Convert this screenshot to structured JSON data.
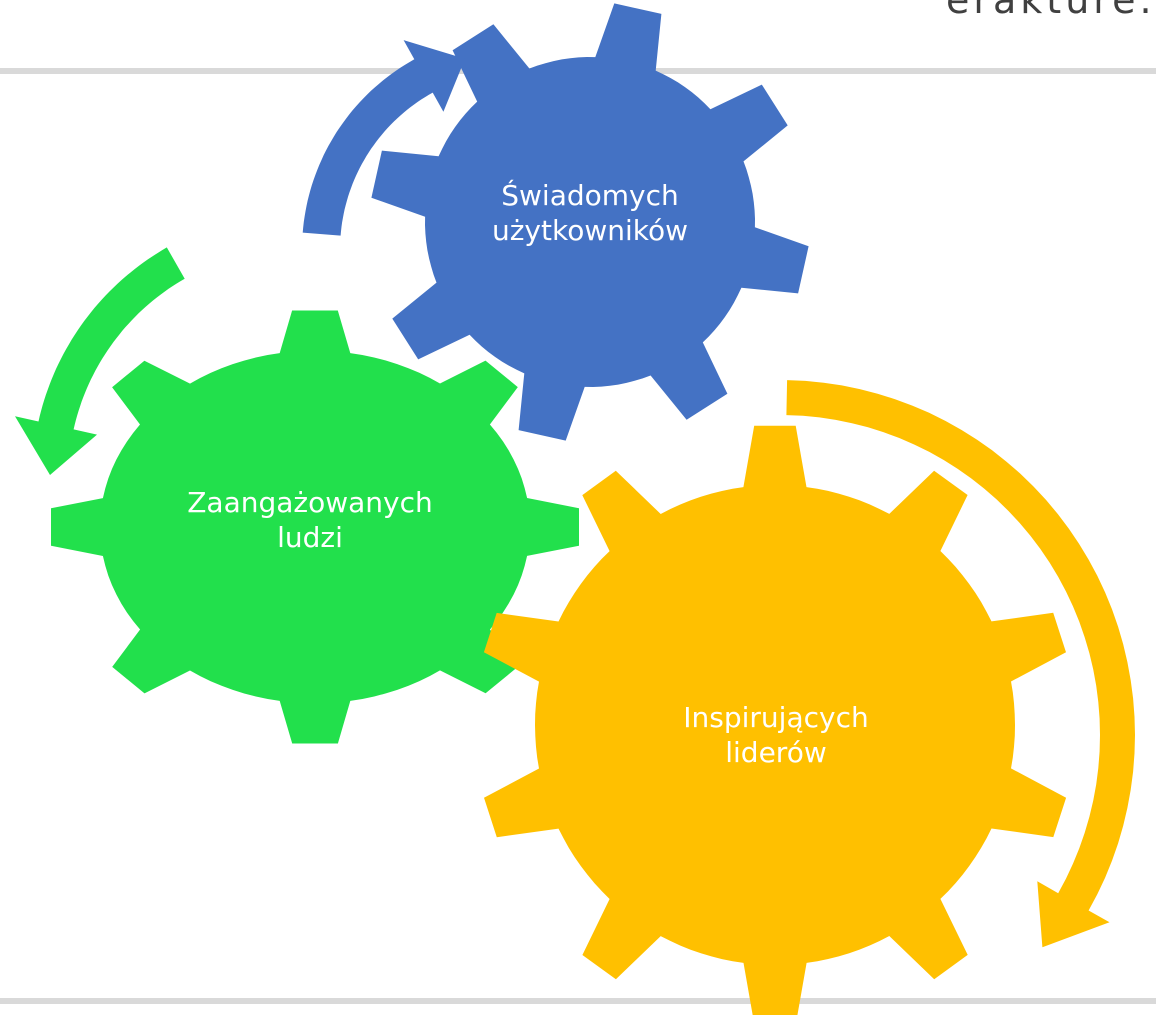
{
  "header": {
    "logo_text": "erakture.g"
  },
  "gears": {
    "blue": {
      "label_line1": "Świadomych",
      "label_line2": "użytkowników",
      "color": "#4472C4"
    },
    "green": {
      "label_line1": "Zaangażowanych",
      "label_line2": "ludzi",
      "color": "#22E04C"
    },
    "yellow": {
      "label_line1": "Inspirujących",
      "label_line2": "liderów",
      "color": "#FFC000"
    }
  },
  "arrows": {
    "blue": "#4472C4",
    "green": "#22E04C",
    "yellow": "#FFC000"
  },
  "divider_color": "#D9D9D9"
}
